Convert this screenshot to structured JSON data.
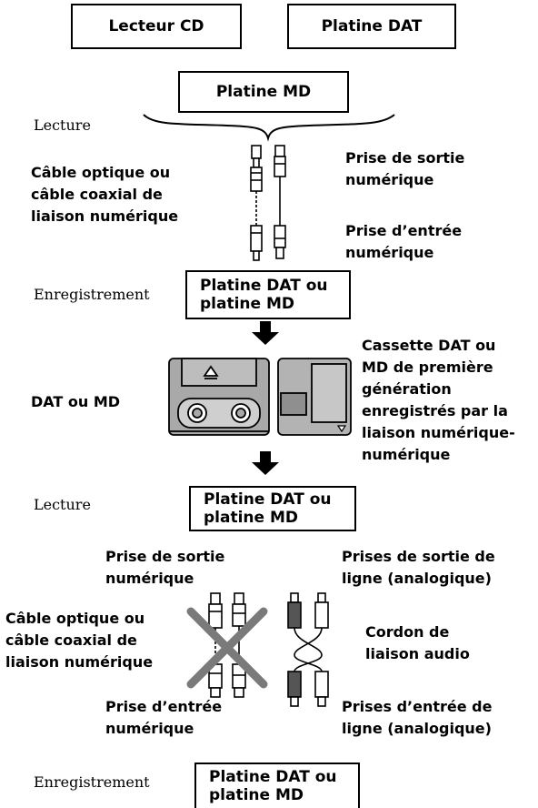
{
  "boxes": {
    "cd_player": "Lecteur CD",
    "dat_deck_top": "Platine DAT",
    "md_deck_top": "Platine MD",
    "rec_deck_1": "Platine DAT ou\nplatine MD",
    "play_deck_2": "Platine DAT ou\nplatine MD",
    "rec_deck_2": "Platine DAT ou\nplatine MD"
  },
  "side_labels": {
    "playback_1": "Lecture",
    "recording_1": "Enregistrement",
    "playback_2": "Lecture",
    "recording_2": "Enregistrement"
  },
  "section1": {
    "cable_label": "Câble optique ou\ncâble coaxial de\nliaison numérique",
    "digital_out": "Prise de sortie\nnumérique",
    "digital_in": "Prise d’entrée\nnumérique"
  },
  "media": {
    "label": "DAT ou MD",
    "description": "Cassette DAT ou\nMD de première\ngénération\nenregistrés par la\nliaison numérique-\nnumérique"
  },
  "section2": {
    "digital_out": "Prise de sortie\nnumérique",
    "cable_label": "Câble optique ou\ncâble coaxial de\nliaison numérique",
    "digital_in": "Prise d’entrée\nnumérique",
    "line_out": "Prises de sortie de\nligne (analogique)",
    "audio_cord": "Cordon de\nliaison audio",
    "line_in": "Prises d’entrée de\nligne (analogique)"
  },
  "colors": {
    "ink": "#000000",
    "cross": "#7a7a7a",
    "tape_body": "#a9a9a9",
    "md_body": "#b3b3b3"
  }
}
